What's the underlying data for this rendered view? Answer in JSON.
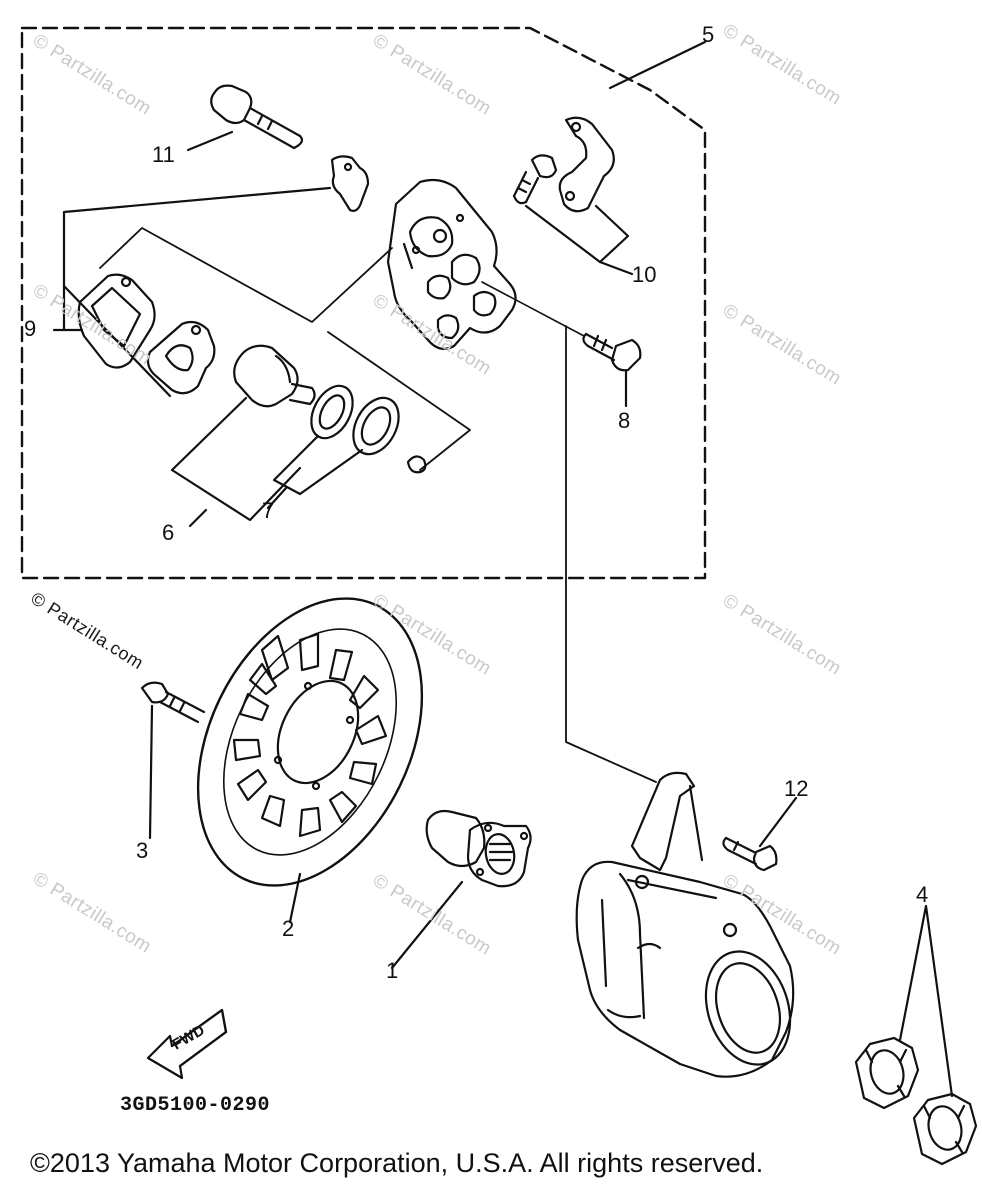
{
  "watermark": {
    "text": "© Partzilla.com",
    "corner_text": "© Partzilla.com"
  },
  "callouts": {
    "c1": "1",
    "c2": "2",
    "c3": "3",
    "c4": "4",
    "c5": "5",
    "c6": "6",
    "c7": "7",
    "c8": "8",
    "c9": "9",
    "c10": "10",
    "c11": "11",
    "c12": "12"
  },
  "fwd_label": "FWD",
  "diagram_code": "3GD5100-0290",
  "copyright": "©2013  Yamaha Motor Corporation, U.S.A. All rights reserved."
}
